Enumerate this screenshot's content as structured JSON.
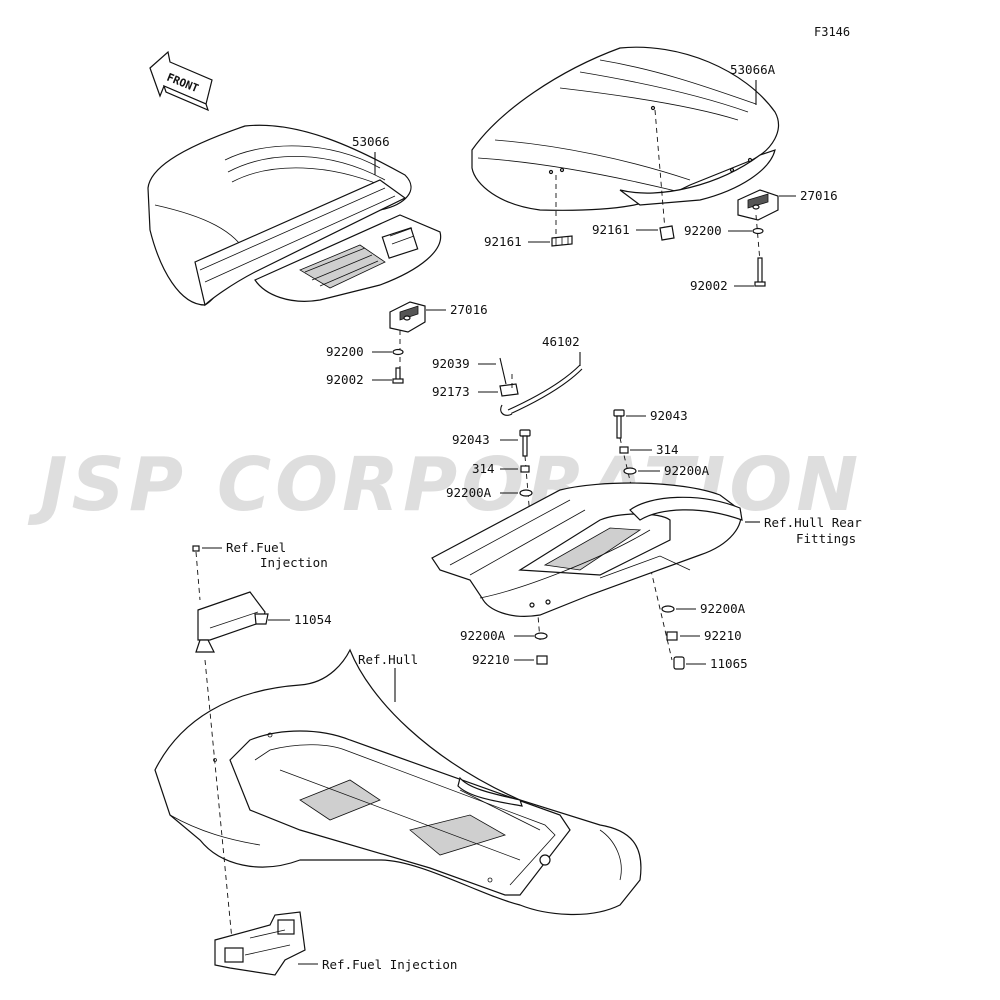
{
  "figure_code": "F3146",
  "watermark": "JSP CORPORATION",
  "front_arrow": {
    "text": "FRONT",
    "icon": "front-arrow-icon"
  },
  "labels": {
    "p53066": "53066",
    "p53066A": "53066A",
    "p27016_front": "27016",
    "p27016_rear": "27016",
    "p92161_a": "92161",
    "p92161_b": "92161",
    "p92200_front": "92200",
    "p92200_rear": "92200",
    "p92002_front": "92002",
    "p92002_rear": "92002",
    "p46102": "46102",
    "p92039": "92039",
    "p92173": "92173",
    "p92043_left": "92043",
    "p92043_right": "92043",
    "p314_left": "314",
    "p314_right": "314",
    "p92200A_left": "92200A",
    "p92200A_right_top": "92200A",
    "p92200A_right_bottom": "92200A",
    "p92200A_bottom": "92200A",
    "p92210_left": "92210",
    "p92210_right": "92210",
    "p11065": "11065",
    "p11054": "11054"
  },
  "refs": {
    "fuel_injection_top_1": "Ref.Fuel",
    "fuel_injection_top_2": "Injection",
    "hull": "Ref.Hull",
    "hull_rear_fittings_1": "Ref.Hull Rear",
    "hull_rear_fittings_2": "Fittings",
    "fuel_injection_bottom": "Ref.Fuel Injection"
  }
}
